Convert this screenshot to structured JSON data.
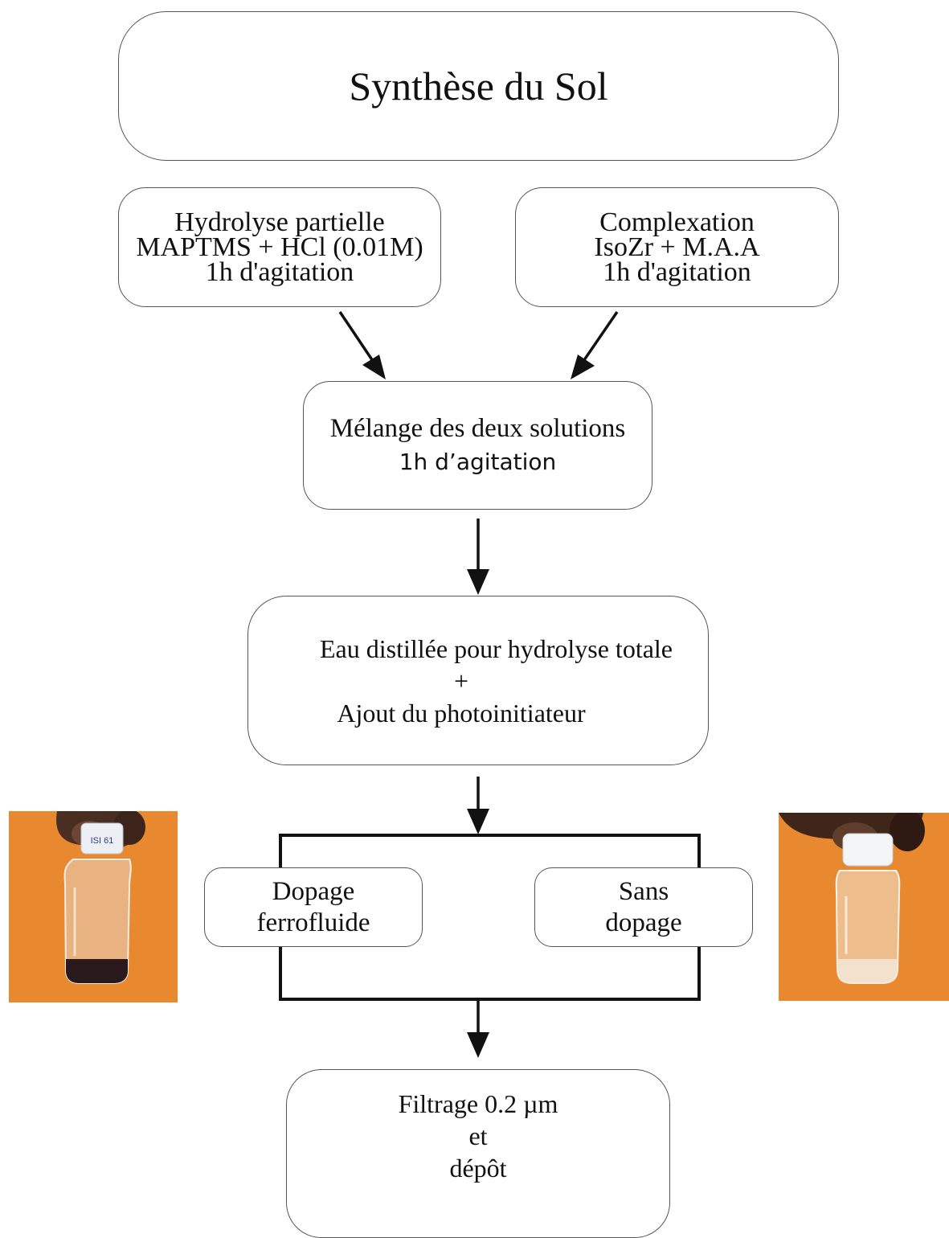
{
  "title": "Synthèse du Sol",
  "hydrolysis": {
    "line1": "Hydrolyse partielle",
    "line2": "MAPTMS + HCl (0.01M)",
    "line3": "1h d'agitation"
  },
  "complexation": {
    "line1": "Complexation",
    "line2": "IsoZr + M.A.A",
    "line3": "1h d'agitation"
  },
  "mixing": {
    "line1": "Mélange des deux solutions",
    "line2": "1h d’agitation"
  },
  "water": {
    "line1": "Eau distillée pour hydrolyse totale",
    "line2": "+",
    "line3": "Ajout du photoinitiateur"
  },
  "doping": {
    "line1": "Dopage",
    "line2": "ferrofluide"
  },
  "no_doping": {
    "line1": "Sans",
    "line2": "dopage"
  },
  "filtering": {
    "line1": "Filtrage 0.2 µm",
    "line2": "et",
    "line3": "dépôt"
  },
  "photos": {
    "doped_vial": {
      "background_color": "#e8892f",
      "liquid_color": "#2a1a1e",
      "label_text": "ISI 61"
    },
    "undoped_vial": {
      "background_color": "#e8892f",
      "liquid_color": "#f3e6d8"
    }
  }
}
